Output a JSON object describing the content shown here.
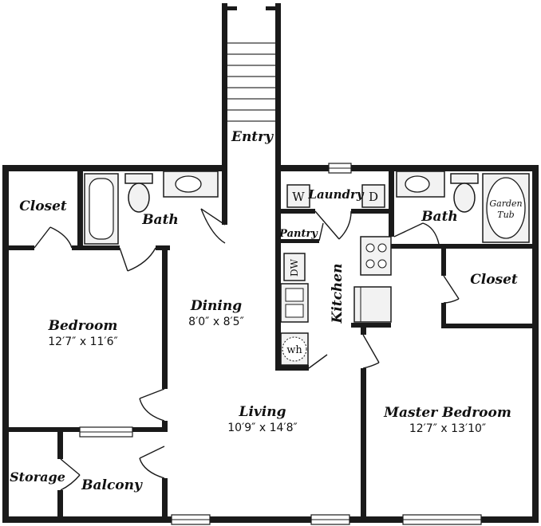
{
  "rooms": {
    "entry": {
      "name": "Entry"
    },
    "closet_left": {
      "name": "Closet"
    },
    "bath_left": {
      "name": "Bath"
    },
    "laundry": {
      "name": "Laundry"
    },
    "bath_right": {
      "name": "Bath"
    },
    "pantry": {
      "name": "Pantry"
    },
    "kitchen": {
      "name": "Kitchen"
    },
    "closet_right": {
      "name": "Closet"
    },
    "dining": {
      "name": "Dining",
      "dimensions": "8′0″ x 8′5″"
    },
    "bedroom": {
      "name": "Bedroom",
      "dimensions": "12′7″ x 11′6″"
    },
    "living": {
      "name": "Living",
      "dimensions": "10′9″ x 14′8″"
    },
    "master_bedroom": {
      "name": "Master Bedroom",
      "dimensions": "12′7″ x 13′10″"
    },
    "storage": {
      "name": "Storage"
    },
    "balcony": {
      "name": "Balcony"
    }
  },
  "fixtures": {
    "washer": "W",
    "dryer": "D",
    "dishwasher": "DW",
    "water_heater": "wh",
    "garden_tub_line1": "Garden",
    "garden_tub_line2": "Tub"
  }
}
